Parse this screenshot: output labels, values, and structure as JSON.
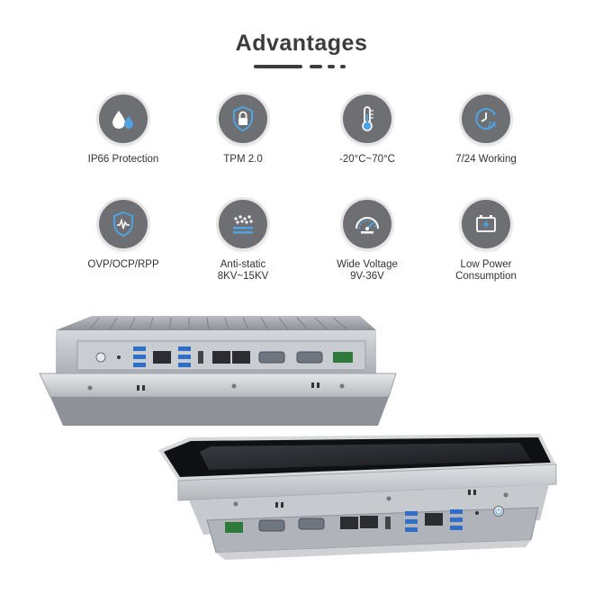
{
  "header": {
    "title": "Advantages"
  },
  "features": [
    {
      "icon": "water-drops-icon",
      "line1": "IP66 Protection",
      "line2": ""
    },
    {
      "icon": "shield-lock-icon",
      "line1": "TPM 2.0",
      "line2": ""
    },
    {
      "icon": "thermometer-icon",
      "line1": "-20°C~70°C",
      "line2": ""
    },
    {
      "icon": "clock-24-icon",
      "line1": "7/24 Working",
      "line2": ""
    },
    {
      "icon": "shield-wave-icon",
      "line1": "OVP/OCP/RPP",
      "line2": ""
    },
    {
      "icon": "static-dots-icon",
      "line1": "Anti-static",
      "line2": "8KV~15KV"
    },
    {
      "icon": "gauge-icon",
      "line1": "Wide Voltage",
      "line2": "9V-36V"
    },
    {
      "icon": "battery-icon",
      "line1": "Low Power",
      "line2": "Consumption"
    }
  ],
  "colors": {
    "icon_circle": "#6d6f73",
    "icon_accent": "#4fa3e0",
    "title": "#3c3c3c"
  }
}
